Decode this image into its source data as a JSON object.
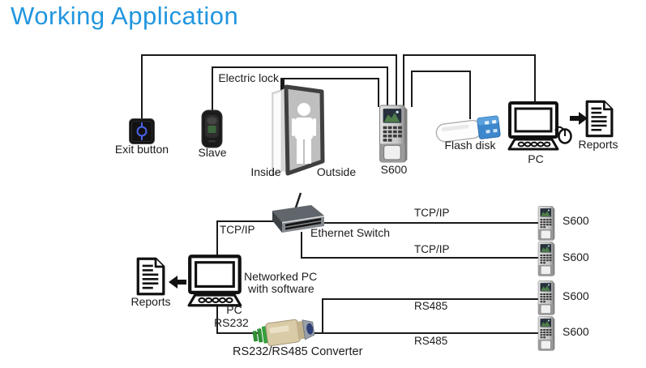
{
  "title": "Working Application",
  "colors": {
    "title_accent": "#2296df",
    "wire": "#1a1a1a",
    "flash_cap": "#3d87cc",
    "exit_glow": "#4a62e8"
  },
  "top_row": {
    "exit_button": "Exit button",
    "slave": "Slave",
    "electric_lock": "Electric lock",
    "inside": "Inside",
    "outside": "Outside",
    "s600_main": "S600",
    "flash_disk": "Flash disk",
    "pc": "PC",
    "reports": "Reports"
  },
  "network": {
    "tcpip_left": "TCP/IP",
    "ethernet_switch": "Ethernet Switch",
    "tcpip_line1": "TCP/IP",
    "tcpip_line2": "TCP/IP",
    "rs485_line1": "RS485",
    "rs485_line2": "RS485",
    "networked_pc_line1": "Networked PC",
    "networked_pc_line2": "with software",
    "pc": "PC",
    "rs232": "RS232",
    "converter": "RS232/RS485 Converter",
    "reports": "Reports",
    "terminals": [
      {
        "label": "S600"
      },
      {
        "label": "S600"
      },
      {
        "label": "S600"
      },
      {
        "label": "S600"
      }
    ]
  }
}
